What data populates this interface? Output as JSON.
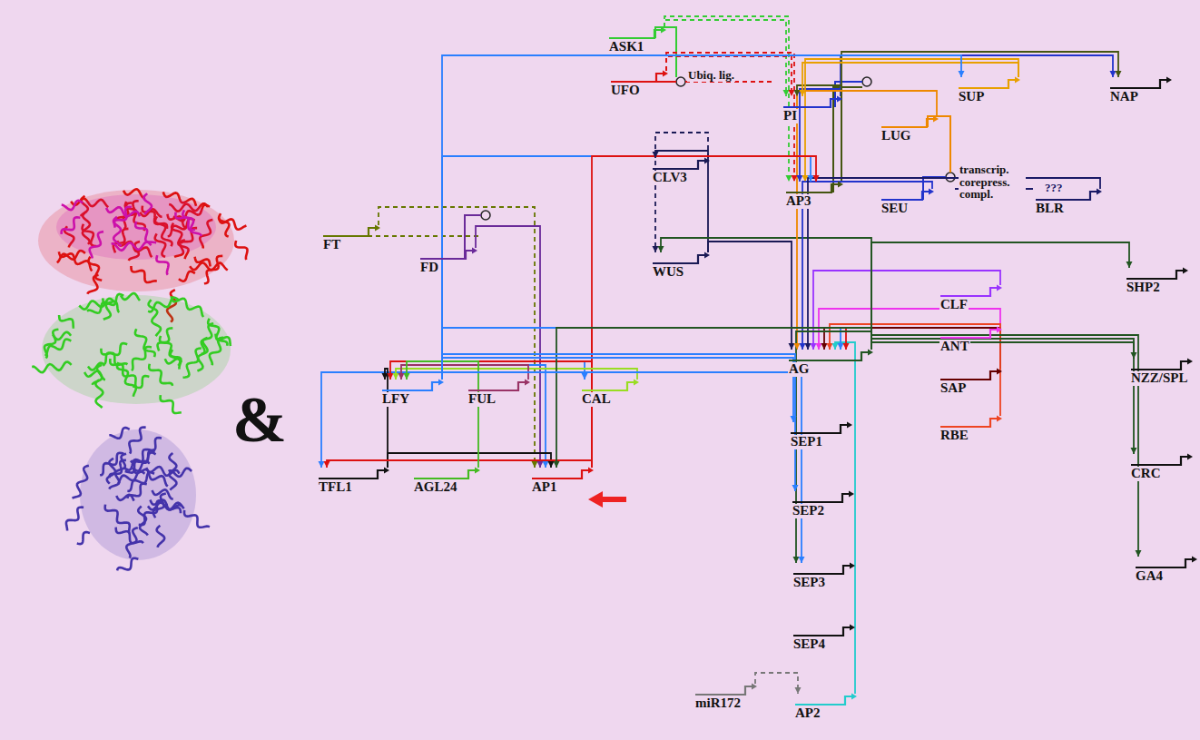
{
  "diagram": {
    "nodes": [
      {
        "text": [
          "ASK1"
        ]
      },
      {
        "text": [
          "UFO"
        ]
      },
      {
        "text": [
          "PI"
        ]
      },
      {
        "text": [
          "SUP"
        ]
      },
      {
        "text": [
          "NAP"
        ]
      },
      {
        "text": [
          "CLV3"
        ]
      },
      {
        "text": [
          "AP3"
        ]
      },
      {
        "text": [
          "LUG"
        ]
      },
      {
        "text": [
          "SEU"
        ]
      },
      {
        "text": [
          "BLR"
        ]
      },
      {
        "text": [
          "FT"
        ]
      },
      {
        "text": [
          "FD"
        ]
      },
      {
        "text": [
          "WUS"
        ]
      },
      {
        "text": [
          "CLF"
        ]
      },
      {
        "text": [
          "ANT"
        ]
      },
      {
        "text": [
          "LFY"
        ]
      },
      {
        "text": [
          "FUL"
        ]
      },
      {
        "text": [
          "CAL"
        ]
      },
      {
        "text": [
          "AG"
        ]
      },
      {
        "text": [
          "SAP"
        ]
      },
      {
        "text": [
          "RBE"
        ]
      },
      {
        "text": [
          "SHP2"
        ]
      },
      {
        "text": [
          "NZZ/SPL"
        ]
      },
      {
        "text": [
          "TFL1"
        ]
      },
      {
        "text": [
          "AGL24"
        ]
      },
      {
        "text": [
          "AP1"
        ]
      },
      {
        "text": [
          "SEP1"
        ]
      },
      {
        "text": [
          "SEP2"
        ]
      },
      {
        "text": [
          "CRC"
        ]
      },
      {
        "text": [
          "SEP3"
        ]
      },
      {
        "text": [
          "GA4"
        ]
      },
      {
        "text": [
          "SEP4"
        ]
      },
      {
        "text": [
          "miR172"
        ]
      },
      {
        "text": [
          "AP2"
        ]
      }
    ],
    "edges": [
      {
        "from": 0,
        "to": 2,
        "arrow": "to"
      },
      {
        "from": 0,
        "to": 6,
        "arrow": "to"
      },
      {
        "from": 1,
        "to": 2,
        "arrow": "to"
      },
      {
        "from": 1,
        "to": 6,
        "arrow": "to"
      },
      {
        "from": 2,
        "to": 4,
        "arrow": "to"
      },
      {
        "from": 6,
        "to": 4,
        "arrow": "to"
      },
      {
        "from": 2,
        "to": 6,
        "arrow": "to"
      },
      {
        "from": 6,
        "to": 2,
        "arrow": "to"
      },
      {
        "from": 3,
        "to": 2,
        "arrow": "to"
      },
      {
        "from": 3,
        "to": 6,
        "arrow": "to"
      },
      {
        "from": 15,
        "to": 3,
        "arrow": "to"
      },
      {
        "from": 5,
        "to": 12,
        "arrow": "to"
      },
      {
        "from": 12,
        "to": 5,
        "arrow": "to"
      },
      {
        "from": 12,
        "to": 18,
        "arrow": "to"
      },
      {
        "from": 18,
        "to": 12,
        "arrow": "to"
      },
      {
        "from": 10,
        "to": 25,
        "arrow": "to"
      },
      {
        "from": 11,
        "to": 25,
        "arrow": "to"
      },
      {
        "from": 7,
        "to": 18,
        "arrow": "to"
      },
      {
        "from": 8,
        "to": 18,
        "arrow": "to"
      },
      {
        "from": 9,
        "to": 18,
        "arrow": "to"
      },
      {
        "from": 13,
        "to": 18,
        "arrow": "to"
      },
      {
        "from": 14,
        "to": 18,
        "arrow": "to"
      },
      {
        "from": 19,
        "to": 18,
        "arrow": "to"
      },
      {
        "from": 20,
        "to": 18,
        "arrow": "to"
      },
      {
        "from": 33,
        "to": 18,
        "arrow": "to"
      },
      {
        "from": 32,
        "to": 33,
        "arrow": "to"
      },
      {
        "from": 15,
        "to": 25,
        "arrow": "to"
      },
      {
        "from": 15,
        "to": 17,
        "arrow": "to"
      },
      {
        "from": 15,
        "to": 18,
        "arrow": "to"
      },
      {
        "from": 15,
        "to": 6,
        "arrow": "to"
      },
      {
        "from": 15,
        "to": 23,
        "arrow": "to"
      },
      {
        "from": 23,
        "to": 15,
        "arrow": "to"
      },
      {
        "from": 23,
        "to": 25,
        "arrow": "to"
      },
      {
        "from": 25,
        "to": 15,
        "arrow": "to"
      },
      {
        "from": 25,
        "to": 18,
        "arrow": "to"
      },
      {
        "from": 25,
        "to": 6,
        "arrow": "to"
      },
      {
        "from": 25,
        "to": 23,
        "arrow": "to"
      },
      {
        "from": 17,
        "to": 15,
        "arrow": "to"
      },
      {
        "from": 16,
        "to": 15,
        "arrow": "to"
      },
      {
        "from": 24,
        "to": 15,
        "arrow": "to"
      },
      {
        "from": 18,
        "to": 25,
        "arrow": "to"
      },
      {
        "from": 18,
        "to": 21,
        "arrow": "to"
      },
      {
        "from": 18,
        "to": 22,
        "arrow": "to"
      },
      {
        "from": 18,
        "to": 28,
        "arrow": "to"
      },
      {
        "from": 18,
        "to": 30,
        "arrow": "to"
      },
      {
        "from": 18,
        "to": 29,
        "arrow": "to"
      },
      {
        "from": 15,
        "to": 26,
        "arrow": "to"
      },
      {
        "from": 15,
        "to": 27,
        "arrow": "to"
      },
      {
        "from": 15,
        "to": 29,
        "arrow": "to"
      }
    ],
    "labels": [
      "Ubiq. lig.",
      "transcrip. corepress. compl.",
      "???",
      "&"
    ]
  }
}
